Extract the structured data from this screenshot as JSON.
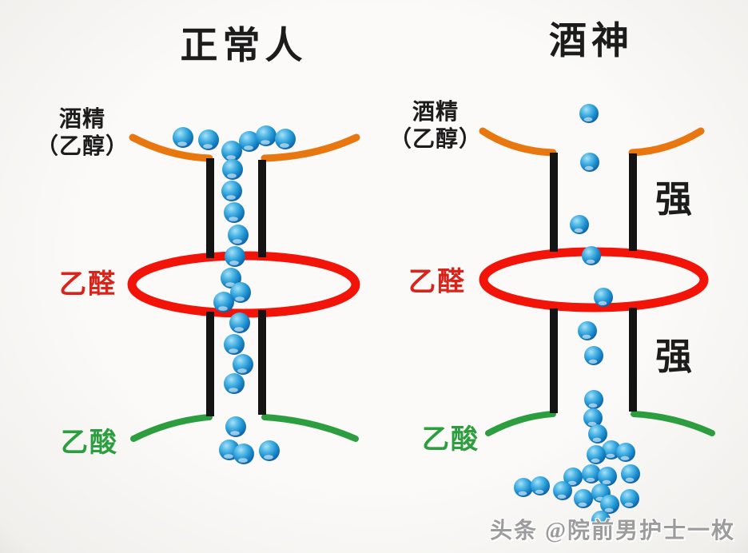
{
  "colors": {
    "background": "#f6f5f2",
    "funnel_rim": "#e8770f",
    "aldehyde_ring": "#f21408",
    "acetate_outlet": "#2d9e3f",
    "wall": "#141414",
    "title_text": "#1c1c1c",
    "label_red": "#d9241c",
    "label_green": "#2d9e3f",
    "watermark_gray": "#9c9c9c",
    "ball_highlight": "#a8e1f8",
    "ball_mid": "#2093d2",
    "ball_dark": "#0a5890"
  },
  "watermark": {
    "text": "头条 @院前男护士一枚"
  },
  "panels": [
    {
      "title": "正常人",
      "labels": {
        "alcohol_line1": "酒精",
        "alcohol_line2": "（乙醇）",
        "acetaldehyde": "乙醛",
        "acetic_acid": "乙酸"
      },
      "strength": [],
      "geometry": {
        "funnel": [
          "M166,172 Q212,196 262,198",
          "M331,198 Q394,196 446,172"
        ],
        "walls": [
          [
            263,
            198,
            263,
            323
          ],
          [
            328,
            200,
            328,
            322
          ],
          [
            263,
            390,
            263,
            521
          ],
          [
            328,
            388,
            328,
            519
          ]
        ],
        "ellipse": [
          305,
          356,
          140,
          36
        ],
        "outlet": [
          "M167,549 Q213,526 262,522",
          "M331,522 Q392,526 445,549"
        ],
        "ball_r": 13,
        "balls": [
          [
            229,
            172
          ],
          [
            261,
            175
          ],
          [
            312,
            177
          ],
          [
            333,
            170
          ],
          [
            357,
            174
          ],
          [
            290,
            189
          ],
          [
            291,
            212
          ],
          [
            290,
            239
          ],
          [
            293,
            266
          ],
          [
            298,
            294
          ],
          [
            294,
            321
          ],
          [
            289,
            348
          ],
          [
            301,
            366
          ],
          [
            280,
            378
          ],
          [
            300,
            404
          ],
          [
            293,
            431
          ],
          [
            304,
            456
          ],
          [
            293,
            480
          ],
          [
            295,
            534
          ],
          [
            287,
            563
          ],
          [
            305,
            568
          ],
          [
            337,
            564
          ]
        ]
      }
    },
    {
      "title": "酒神",
      "labels": {
        "alcohol_line1": "酒精",
        "alcohol_line2": "（乙醇）",
        "acetaldehyde": "乙醛",
        "acetic_acid": "乙酸"
      },
      "strength": [
        {
          "text": "强"
        },
        {
          "text": "强"
        }
      ],
      "geometry": {
        "funnel": [
          "M604,164 Q642,189 692,191",
          "M791,191 Q836,189 877,164"
        ],
        "walls": [
          [
            693,
            191,
            693,
            315
          ],
          [
            792,
            192,
            792,
            314
          ],
          [
            693,
            386,
            693,
            517
          ],
          [
            792,
            385,
            792,
            515
          ]
        ],
        "ellipse": [
          743,
          350,
          138,
          35
        ],
        "outlet": [
          "M611,542 Q650,521 692,518",
          "M793,518 Q845,521 891,542"
        ],
        "ball_r": 12,
        "balls": [
          [
            737,
            142
          ],
          [
            738,
            203
          ],
          [
            725,
            281
          ],
          [
            740,
            320
          ],
          [
            755,
            372
          ],
          [
            735,
            414
          ],
          [
            743,
            445
          ],
          [
            743,
            500
          ],
          [
            742,
            523
          ],
          [
            748,
            543
          ],
          [
            765,
            563
          ],
          [
            746,
            569
          ],
          [
            783,
            566
          ],
          [
            717,
            597
          ],
          [
            740,
            593
          ],
          [
            760,
            596
          ],
          [
            789,
            593
          ],
          [
            655,
            610
          ],
          [
            676,
            608
          ],
          [
            704,
            614
          ],
          [
            730,
            624
          ],
          [
            752,
            617
          ],
          [
            788,
            624
          ],
          [
            763,
            631
          ],
          [
            752,
            651
          ]
        ]
      }
    }
  ]
}
